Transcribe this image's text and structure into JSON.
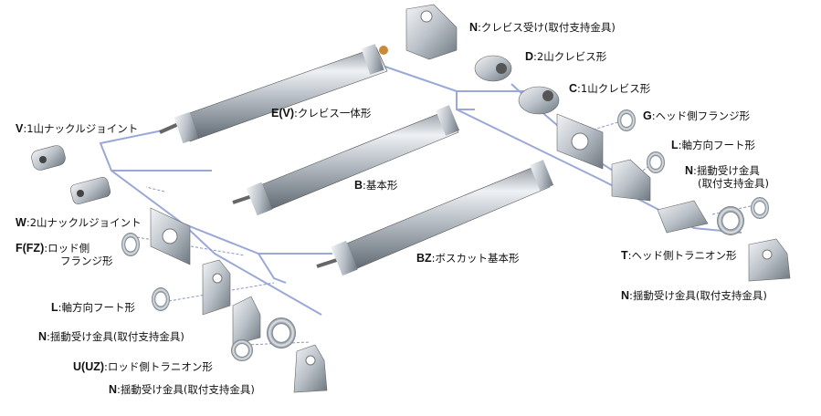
{
  "colors": {
    "connector": "#9aa8d8",
    "steel_dark": "#5d6670",
    "steel_light": "#e6eaee",
    "brass": "#c98a3a"
  },
  "cylinders": [
    {
      "code": "E(V)",
      "desc": "クレビス一体形"
    },
    {
      "code": "B",
      "desc": "基本形"
    },
    {
      "code": "BZ",
      "desc": "ボスカット基本形"
    }
  ],
  "rod_side": [
    {
      "code": "V",
      "desc": "1山ナックルジョイント",
      "icon": "single-knuckle-joint"
    },
    {
      "code": "W",
      "desc": "2山ナックルジョイント",
      "icon": "double-knuckle-joint"
    },
    {
      "code": "F(FZ)",
      "desc": "ロッド側",
      "desc2": "フランジ形",
      "icon": "flange-plate"
    },
    {
      "code": "L",
      "desc": "軸方向フート形",
      "icon": "foot-bracket"
    },
    {
      "code": "N",
      "desc": "揺動受け金具(取付支持金具)",
      "icon": "pivot-bracket"
    },
    {
      "code": "U(UZ)",
      "desc": "ロッド側トラニオン形",
      "icon": "trunnion-ring"
    },
    {
      "code": "N",
      "desc": "揺動受け金具(取付支持金具)",
      "icon": "pivot-bracket"
    }
  ],
  "head_side": [
    {
      "code": "N",
      "desc": "クレビス受け(取付支持金具)",
      "icon": "clevis-bracket"
    },
    {
      "code": "D",
      "desc": "2山クレビス形",
      "icon": "double-clevis"
    },
    {
      "code": "C",
      "desc": "1山クレビス形",
      "icon": "single-clevis"
    },
    {
      "code": "G",
      "desc": "ヘッド側フランジ形",
      "icon": "flange-plate"
    },
    {
      "code": "L",
      "desc": "軸方向フート形",
      "icon": "foot-bracket"
    },
    {
      "code": "N",
      "desc": "揺動受け金具",
      "desc2": "(取付支持金具)",
      "icon": "pivot-bracket"
    },
    {
      "code": "T",
      "desc": "ヘッド側トラニオン形",
      "icon": "trunnion-ring"
    },
    {
      "code": "N",
      "desc": "揺動受け金具(取付支持金具)",
      "icon": "pivot-bracket"
    }
  ]
}
